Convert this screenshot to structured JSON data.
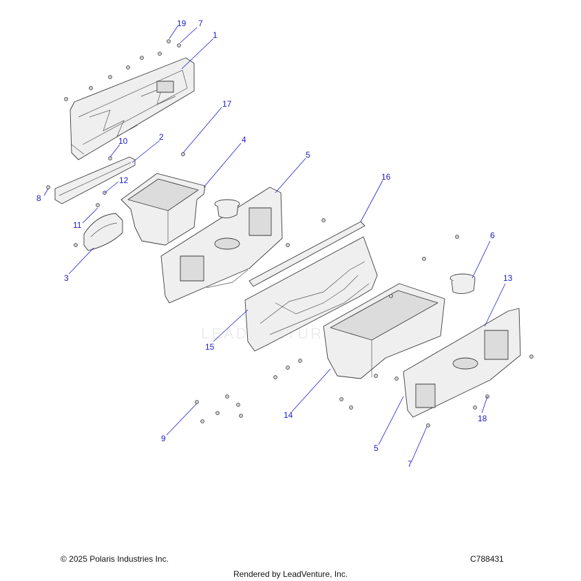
{
  "callouts": [
    {
      "id": "c19",
      "label": "19"
    },
    {
      "id": "c7a",
      "label": "7"
    },
    {
      "id": "c1",
      "label": "1"
    },
    {
      "id": "c17",
      "label": "17"
    },
    {
      "id": "c2",
      "label": "2"
    },
    {
      "id": "c10",
      "label": "10"
    },
    {
      "id": "c4",
      "label": "4"
    },
    {
      "id": "c5a",
      "label": "5"
    },
    {
      "id": "c16",
      "label": "16"
    },
    {
      "id": "c12",
      "label": "12"
    },
    {
      "id": "c8",
      "label": "8"
    },
    {
      "id": "c11",
      "label": "11"
    },
    {
      "id": "c6",
      "label": "6"
    },
    {
      "id": "c3",
      "label": "3"
    },
    {
      "id": "c13",
      "label": "13"
    },
    {
      "id": "c15",
      "label": "15"
    },
    {
      "id": "c14",
      "label": "14"
    },
    {
      "id": "c18",
      "label": "18"
    },
    {
      "id": "c9",
      "label": "9"
    },
    {
      "id": "c5b",
      "label": "5"
    },
    {
      "id": "c7b",
      "label": "7"
    }
  ],
  "watermark": "LEADVENTURE",
  "footer": {
    "copyright": "© 2025 Polaris Industries Inc.",
    "drawing_id": "C788431",
    "rendered_by": "Rendered by LeadVenture, Inc."
  }
}
